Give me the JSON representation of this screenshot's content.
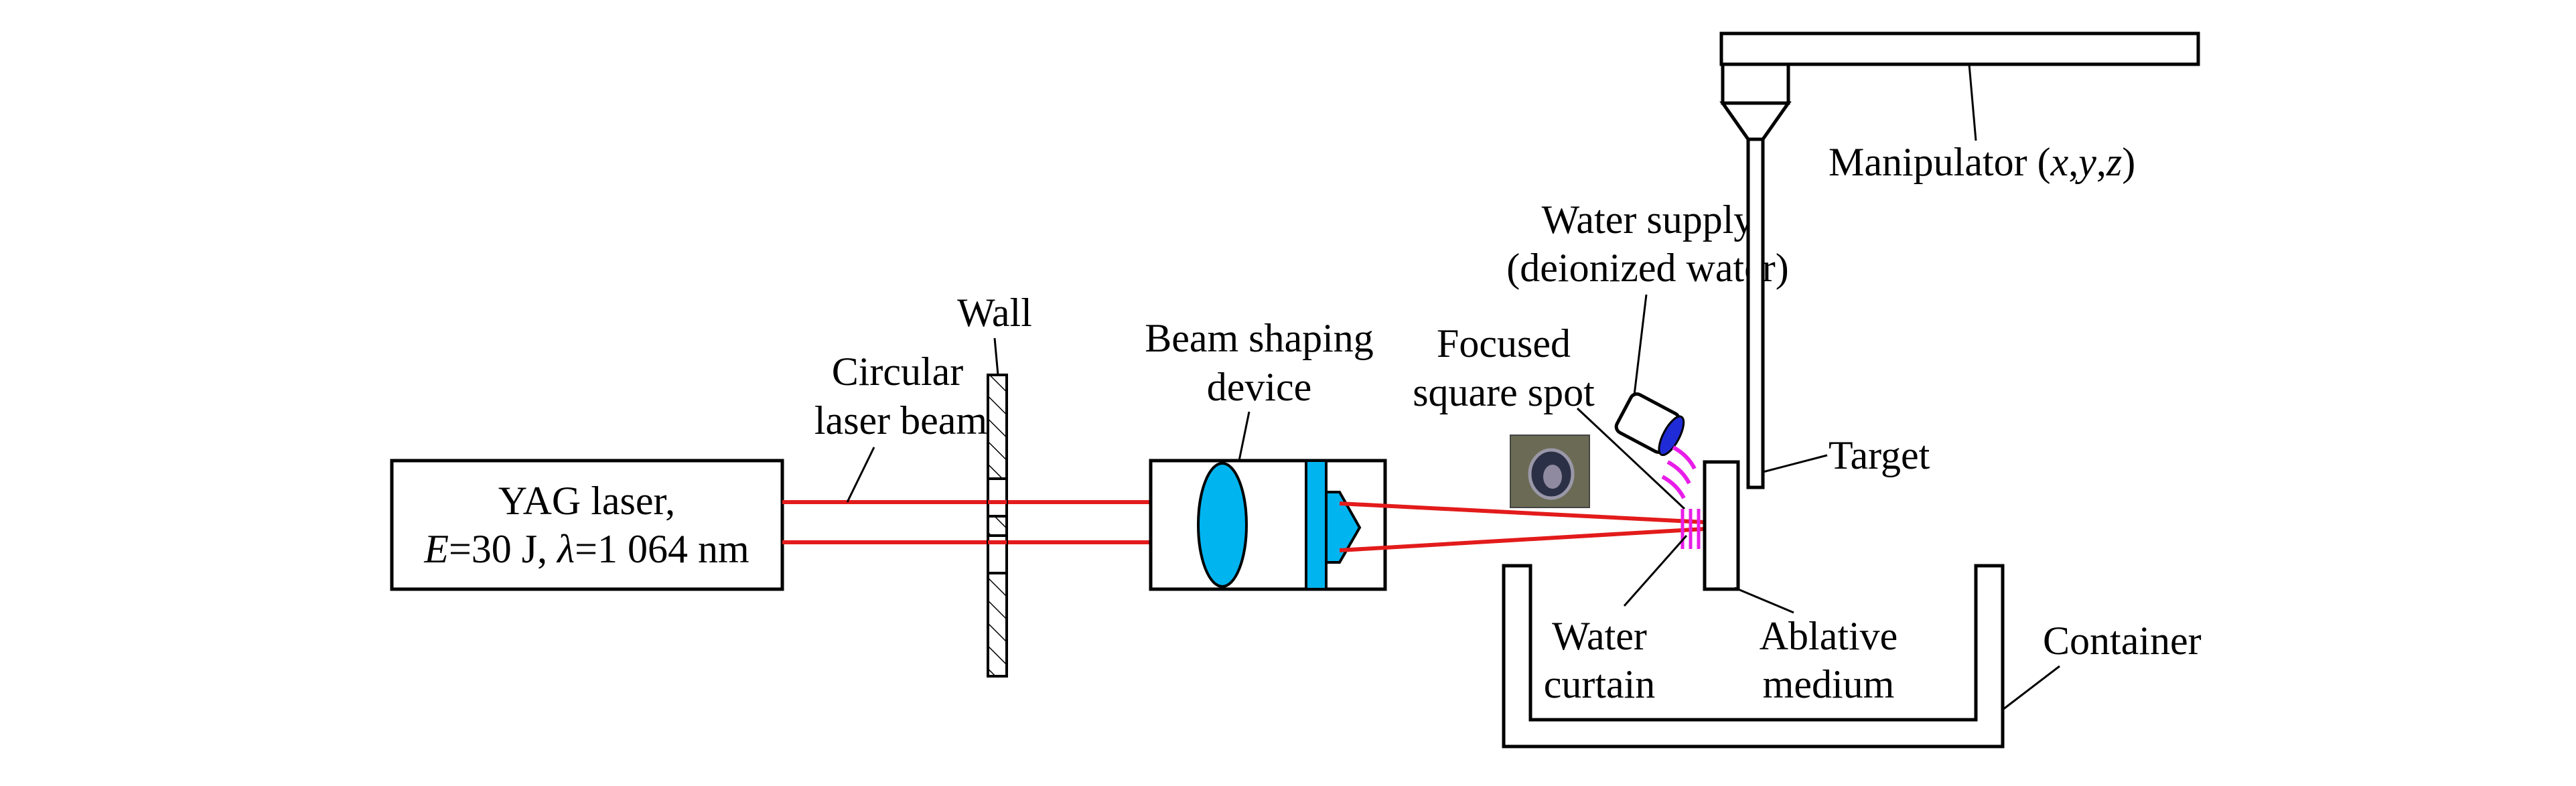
{
  "laser": {
    "line1": "YAG laser,",
    "line2_e": "E",
    "line2_rest1": "=30 J, ",
    "line2_lambda": "λ",
    "line2_rest2": "=1 064 nm"
  },
  "labels": {
    "circular_beam_1": "Circular",
    "circular_beam_2": "laser beam",
    "wall": "Wall",
    "beam_shaping_1": "Beam shaping",
    "beam_shaping_2": "device",
    "focused_1": "Focused",
    "focused_2": "square spot",
    "water_supply_1": "Water supply",
    "water_supply_2": "(deionized water)",
    "manipulator_text": "Manipulator (",
    "manipulator_x": "x",
    "manipulator_c1": ",",
    "manipulator_y": "y",
    "manipulator_c2": ",",
    "manipulator_z": "z",
    "manipulator_close": ")",
    "target": "Target",
    "water_curtain_1": "Water",
    "water_curtain_2": "curtain",
    "ablative_1": "Ablative",
    "ablative_2": "medium",
    "container": "Container"
  },
  "colors": {
    "beam": "#e31b1b",
    "lens": "#00b4f0",
    "water": "#e81ee8",
    "nozzle_tip": "#1f2bd6"
  }
}
